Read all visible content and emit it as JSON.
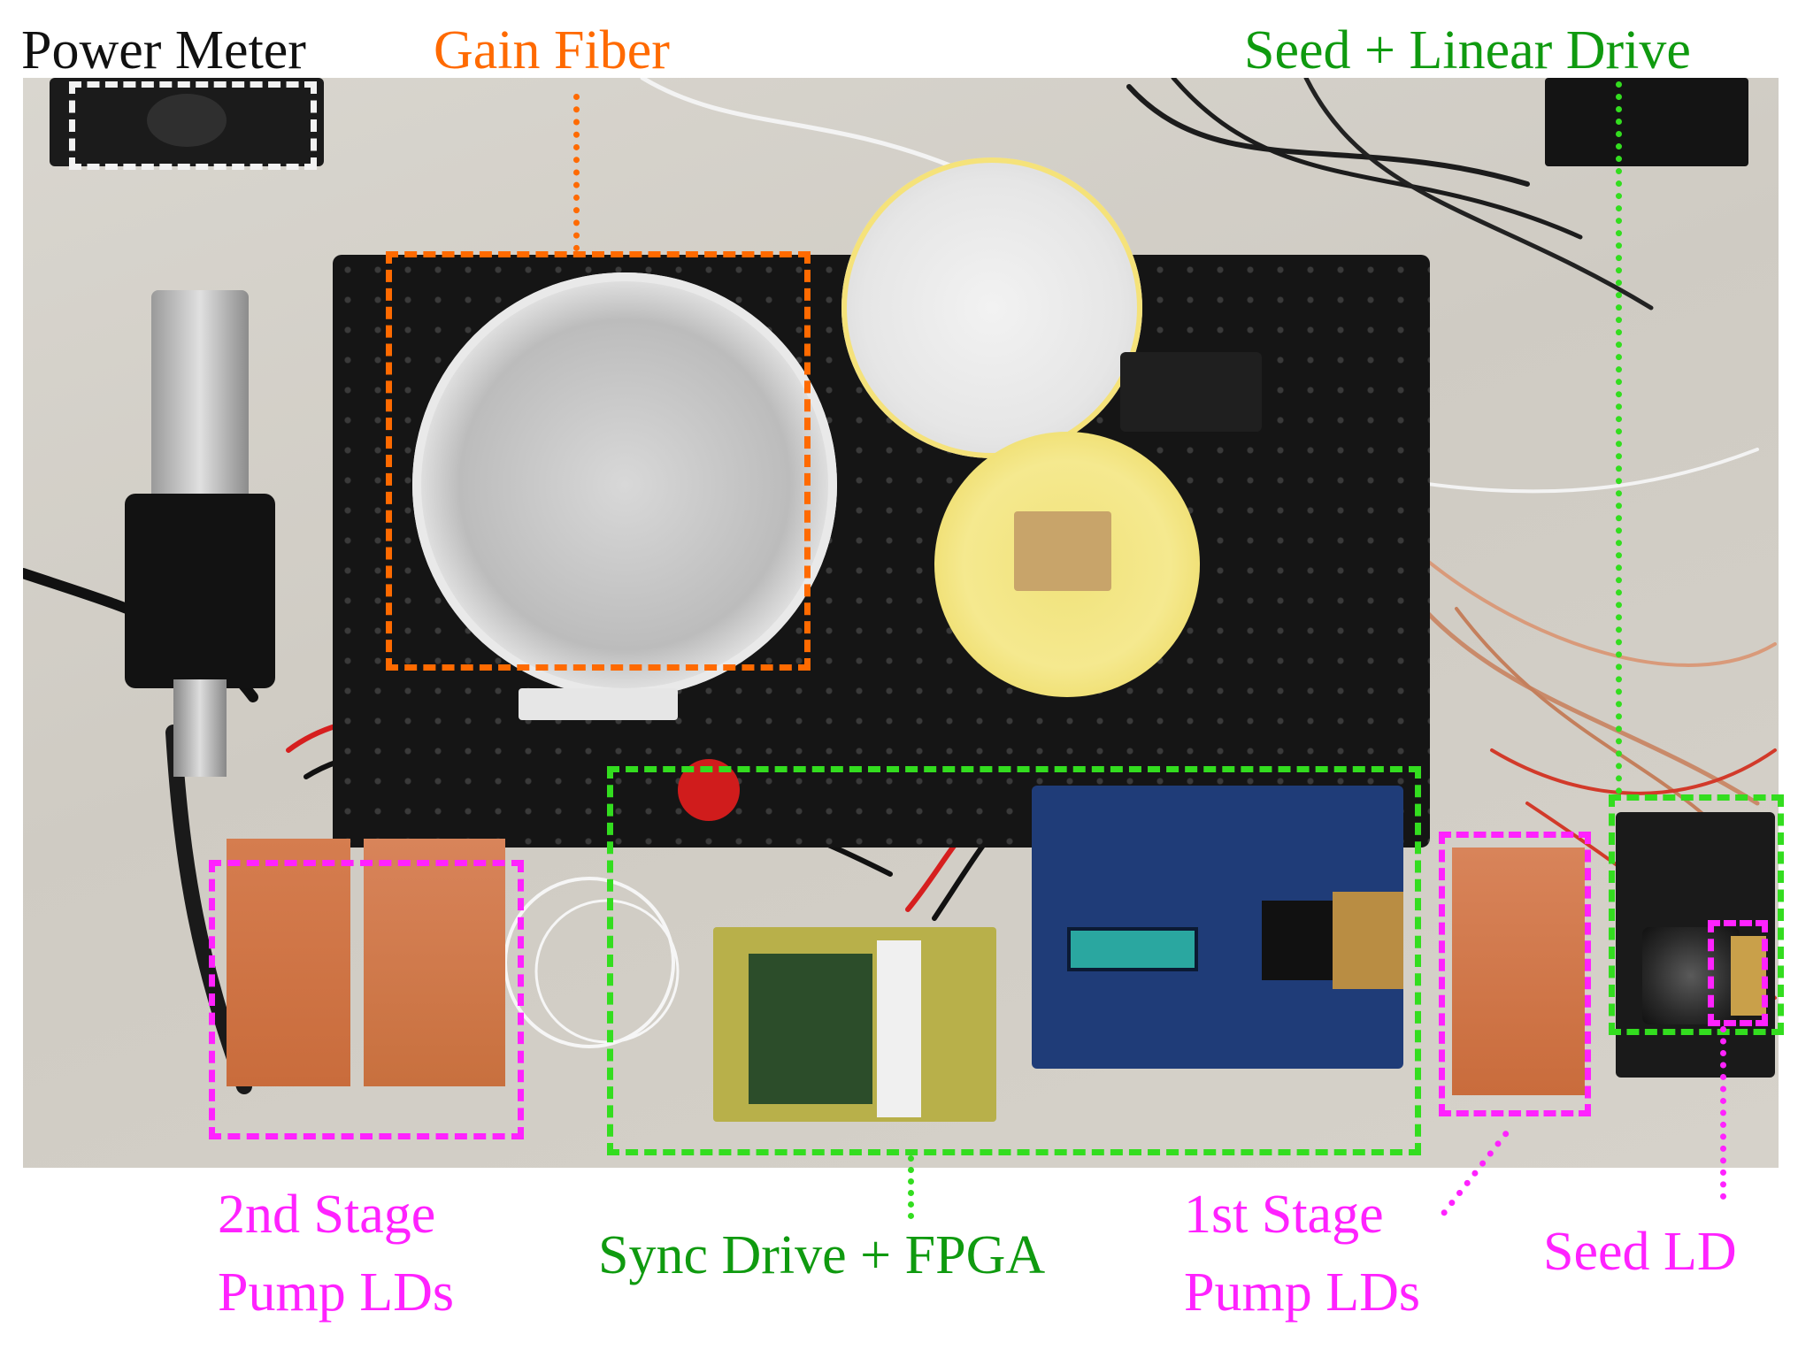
{
  "labels": {
    "power_meter": "Power Meter",
    "gain_fiber": "Gain Fiber",
    "seed_linear_drive": "Seed + Linear Drive",
    "second_stage_line1": "2nd Stage",
    "second_stage_line2": "Pump LDs",
    "sync_drive_fpga": "Sync Drive + FPGA",
    "first_stage_line1": "1st Stage",
    "first_stage_line2": "Pump LDs",
    "seed_ld": "Seed LD"
  },
  "colors": {
    "black": "#111111",
    "orange": "#ff6a00",
    "dark_green": "#0f9a0f",
    "bright_green": "#33dd1f",
    "magenta": "#ff22ff",
    "white_box": "#f2f2f2"
  }
}
